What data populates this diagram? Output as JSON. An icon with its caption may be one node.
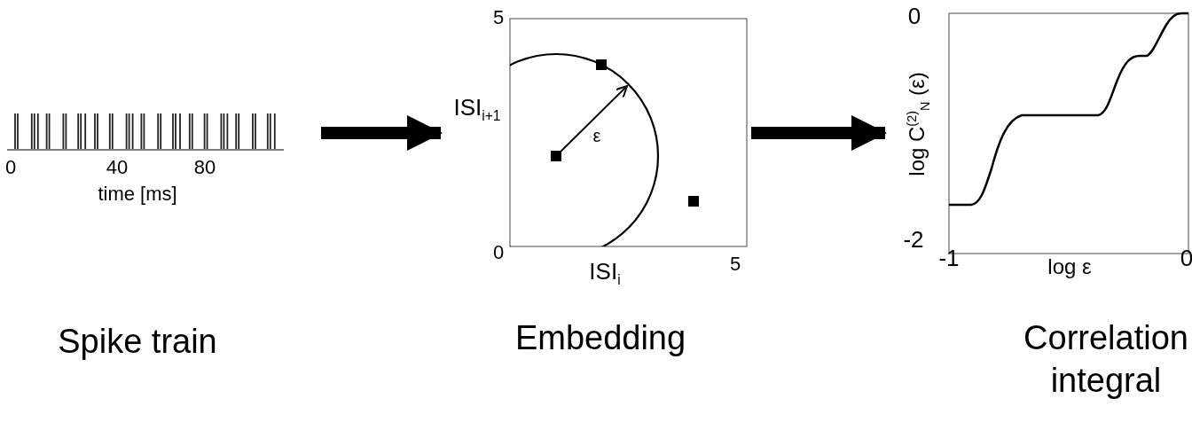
{
  "diagram": {
    "nodes": [
      {
        "text": [
          "Spike train"
        ]
      },
      {
        "text": [
          "Embedding"
        ]
      },
      {
        "text": [
          "Correlation integral"
        ]
      }
    ],
    "edges": [
      {
        "from": 0,
        "to": 1,
        "arrow": "to"
      },
      {
        "from": 1,
        "to": 2,
        "arrow": "to"
      }
    ],
    "labels": [
      "0",
      "40",
      "80",
      "time [ms]",
      "5",
      "ISI$_{i+1}$",
      "ε",
      "0",
      "5",
      "ISI$_{i}$",
      "0",
      "log C$^{(2)}$$_{N}$ (ε)",
      "-2",
      "-1",
      "0",
      "log ε"
    ]
  }
}
